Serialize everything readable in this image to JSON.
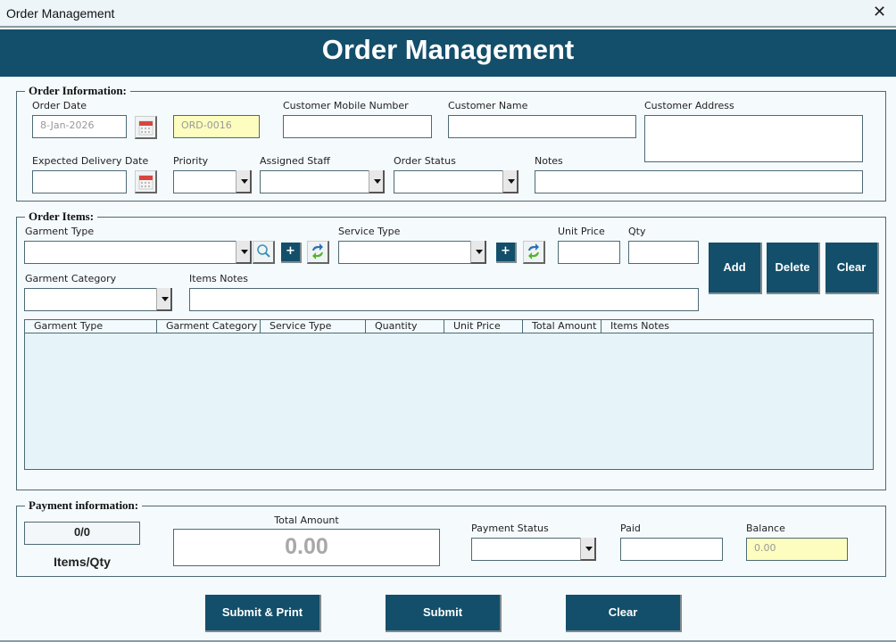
{
  "window": {
    "title": "Order Management",
    "close_icon": "close-icon"
  },
  "header": {
    "title": "Order Management"
  },
  "order_info": {
    "legend": "Order Information:",
    "order_date": {
      "label": "Order Date",
      "value": "8-Jan-2026"
    },
    "order_id": {
      "value": "ORD-0016"
    },
    "customer_mobile": {
      "label": "Customer Mobile Number",
      "value": ""
    },
    "customer_name": {
      "label": "Customer Name",
      "value": ""
    },
    "customer_address": {
      "label": "Customer Address",
      "value": ""
    },
    "expected_delivery": {
      "label": "Expected Delivery Date",
      "value": ""
    },
    "priority": {
      "label": "Priority",
      "value": ""
    },
    "assigned_staff": {
      "label": "Assigned Staff",
      "value": ""
    },
    "order_status": {
      "label": "Order Status",
      "value": ""
    },
    "notes": {
      "label": "Notes",
      "value": ""
    }
  },
  "order_items": {
    "legend": "Order Items:",
    "garment_type": {
      "label": "Garment Type",
      "value": ""
    },
    "service_type": {
      "label": "Service Type",
      "value": ""
    },
    "unit_price": {
      "label": "Unit Price",
      "value": ""
    },
    "qty": {
      "label": "Qty",
      "value": ""
    },
    "garment_category": {
      "label": "Garment Category",
      "value": ""
    },
    "items_notes": {
      "label": "Items Notes",
      "value": ""
    },
    "buttons": {
      "add": "Add",
      "delete": "Delete",
      "clear": "Clear",
      "plus": "+"
    },
    "table": {
      "columns": [
        "Garment Type",
        "Garment Category",
        "Service Type",
        "Quantity",
        "Unit Price",
        "Total Amount",
        "Items Notes"
      ],
      "rows": []
    }
  },
  "payment": {
    "legend": "Payment information:",
    "items_qty": {
      "value": "0/0",
      "label": "Items/Qty"
    },
    "total_amount": {
      "label": "Total Amount",
      "value": "0.00"
    },
    "payment_status": {
      "label": "Payment Status",
      "value": ""
    },
    "paid": {
      "label": "Paid",
      "value": ""
    },
    "balance": {
      "label": "Balance",
      "value": "0.00"
    }
  },
  "footer": {
    "submit_print": "Submit & Print",
    "submit": "Submit",
    "clear": "Clear"
  },
  "colors": {
    "primary": "#134f6a",
    "readonly_bg": "#fdfdc0",
    "grid_bg": "#e6f4fa",
    "page_bg": "#f5fafd"
  }
}
